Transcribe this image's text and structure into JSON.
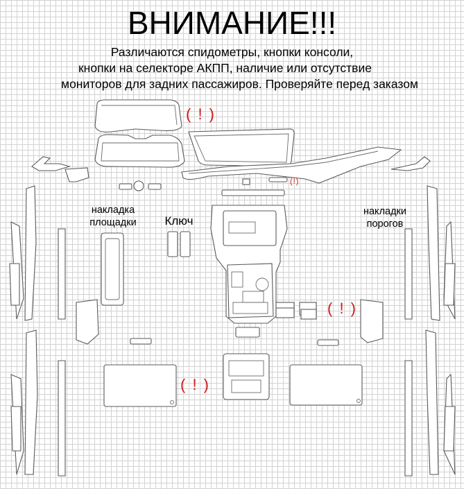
{
  "header": {
    "title": "ВНИМАНИЕ!!!",
    "lines": [
      "Различаются спидометры, кнопки консоли,",
      "кнопки на селекторе АКПП, наличие или отсутствие",
      "мониторов для задних пассажиров. Проверяйте перед заказом"
    ]
  },
  "labels": {
    "platform": [
      "накладка",
      "площадки"
    ],
    "key": "Ключ",
    "sills": [
      "накладки",
      "порогов"
    ]
  },
  "warnings": {
    "dashboard": "( ! )",
    "center_strip": "(!)",
    "console_buttons": "( ! )",
    "rear_monitors": "( ! )"
  },
  "colors": {
    "warning": "#d11919",
    "grid": "#d2d2d2",
    "outline": "#5a5a5a"
  }
}
